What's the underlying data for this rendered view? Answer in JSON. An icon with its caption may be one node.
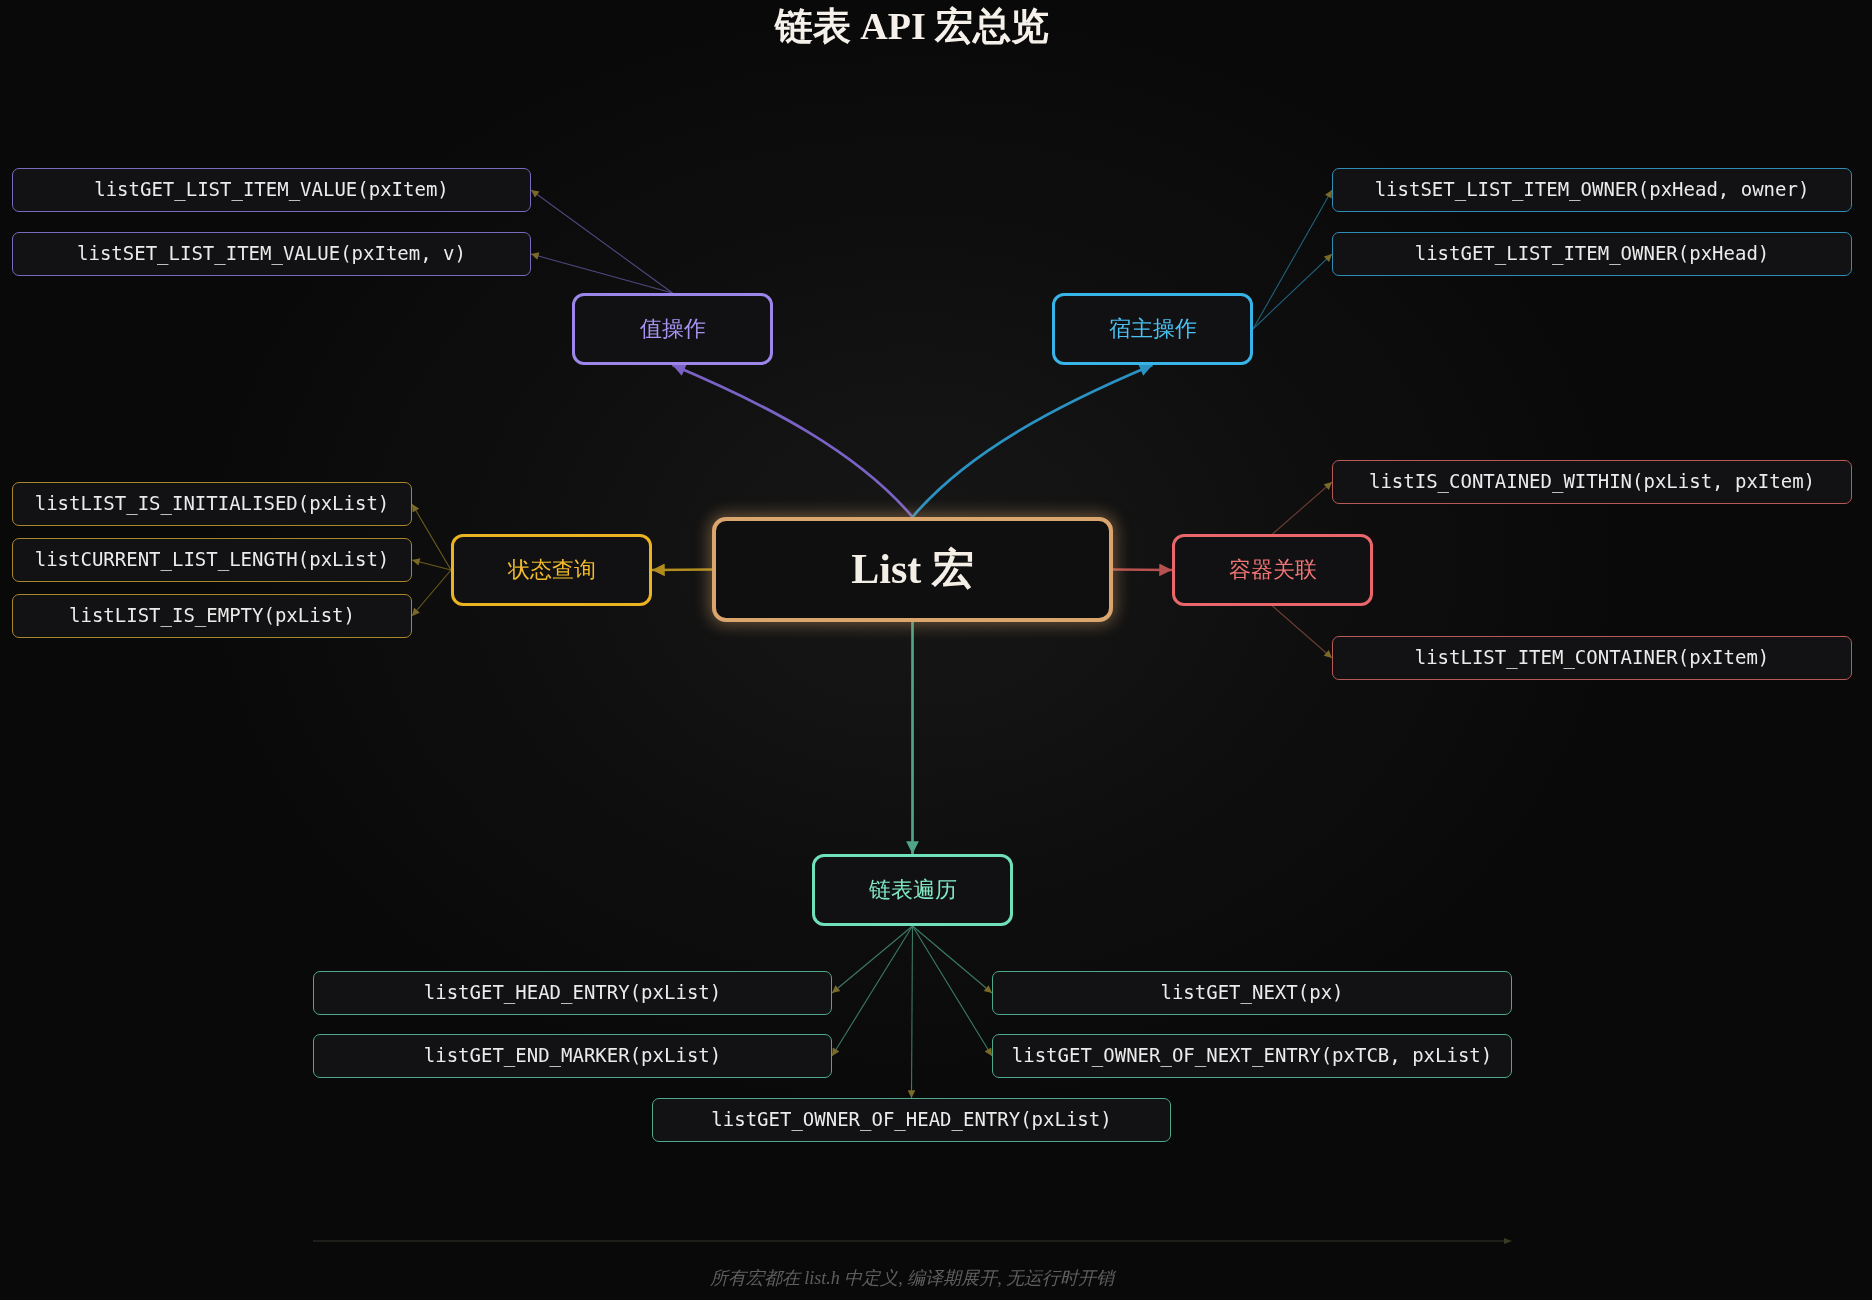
{
  "diagram": {
    "title": "链表 API 宏总览",
    "nodes": [
      {
        "text": [
          "List 宏"
        ]
      },
      {
        "text": [
          "值操作"
        ]
      },
      {
        "text": [
          "listGET_LIST_ITEM_VALUE(pxItem)"
        ]
      },
      {
        "text": [
          "listSET_LIST_ITEM_VALUE(pxItem, v)"
        ]
      },
      {
        "text": [
          "宿主操作"
        ]
      },
      {
        "text": [
          "listSET_LIST_ITEM_OWNER(pxHead, owner)"
        ]
      },
      {
        "text": [
          "listGET_LIST_ITEM_OWNER(pxHead)"
        ]
      },
      {
        "text": [
          "状态查询"
        ]
      },
      {
        "text": [
          "listLIST_IS_INITIALISED(pxList)"
        ]
      },
      {
        "text": [
          "listCURRENT_LIST_LENGTH(pxList)"
        ]
      },
      {
        "text": [
          "listLIST_IS_EMPTY(pxList)"
        ]
      },
      {
        "text": [
          "容器关联"
        ]
      },
      {
        "text": [
          "listIS_CONTAINED_WITHIN(pxList, pxItem)"
        ]
      },
      {
        "text": [
          "listLIST_ITEM_CONTAINER(pxItem)"
        ]
      },
      {
        "text": [
          "链表遍历"
        ]
      },
      {
        "text": [
          "listGET_HEAD_ENTRY(pxList)"
        ]
      },
      {
        "text": [
          "listGET_NEXT(px)"
        ]
      },
      {
        "text": [
          "listGET_END_MARKER(pxList)"
        ]
      },
      {
        "text": [
          "listGET_OWNER_OF_NEXT_ENTRY(pxTCB, pxList)"
        ]
      },
      {
        "text": [
          "listGET_OWNER_OF_HEAD_ENTRY(pxList)"
        ]
      }
    ],
    "edges": [
      {
        "from": 0,
        "to": 1,
        "arrow": "to",
        "color": "#7b63c6"
      },
      {
        "from": 0,
        "to": 4,
        "arrow": "to",
        "color": "#2a93c4"
      },
      {
        "from": 0,
        "to": 7,
        "arrow": "to",
        "color": "#b08d1e"
      },
      {
        "from": 0,
        "to": 11,
        "arrow": "to",
        "color": "#b5514f"
      },
      {
        "from": 0,
        "to": 14,
        "arrow": "to",
        "color": "#4fa585"
      },
      {
        "from": 1,
        "to": 2,
        "arrow": "to",
        "color": "#51477f"
      },
      {
        "from": 1,
        "to": 3,
        "arrow": "to",
        "color": "#51477f"
      },
      {
        "from": 4,
        "to": 5,
        "arrow": "to",
        "color": "#21617c"
      },
      {
        "from": 4,
        "to": 6,
        "arrow": "to",
        "color": "#21617c"
      },
      {
        "from": 7,
        "to": 8,
        "arrow": "to",
        "color": "#6e5c1c"
      },
      {
        "from": 7,
        "to": 9,
        "arrow": "to",
        "color": "#6e5c1c"
      },
      {
        "from": 7,
        "to": 10,
        "arrow": "to",
        "color": "#6e5c1c"
      },
      {
        "from": 11,
        "to": 12,
        "arrow": "to",
        "color": "#6c3c33"
      },
      {
        "from": 11,
        "to": 13,
        "arrow": "to",
        "color": "#6c3c33"
      },
      {
        "from": 14,
        "to": 15,
        "arrow": "to",
        "color": "#3b7a66"
      },
      {
        "from": 14,
        "to": 16,
        "arrow": "to",
        "color": "#3b7a66"
      },
      {
        "from": 14,
        "to": 17,
        "arrow": "to",
        "color": "#3b7a66"
      },
      {
        "from": 14,
        "to": 18,
        "arrow": "to",
        "color": "#3b7a66"
      },
      {
        "from": 14,
        "to": 19,
        "arrow": "to",
        "color": "#3b7a66"
      }
    ],
    "caption": "所有宏都在 list.h 中定义, 编译期展开, 无运行时开销"
  }
}
